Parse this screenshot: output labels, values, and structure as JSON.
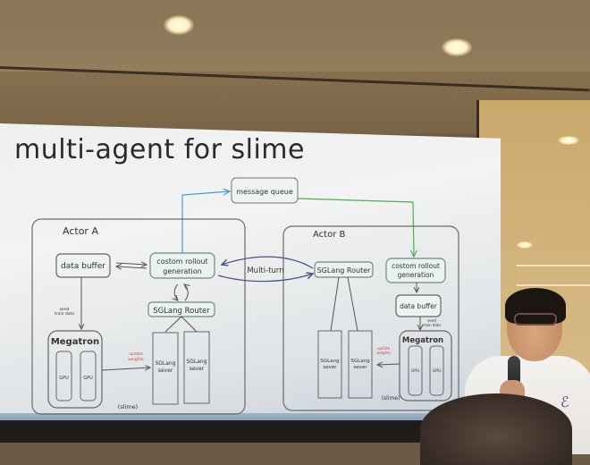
{
  "slide": {
    "title": "multi-agent for slime"
  },
  "diagram": {
    "message_queue": "message queue",
    "multi_turn": "Multi-turn",
    "actor_a": {
      "label": "Actor A",
      "data_buffer": "data buffer",
      "rollout_line1": "costom rollout",
      "rollout_line2": "generation",
      "router": "SGLang Router",
      "send_line1": "send",
      "send_line2": "train data",
      "megatron": "Megatron",
      "gpu1": "GPU",
      "gpu2": "GPU",
      "update_line1": "update",
      "update_line2": "weights",
      "server1_line1": "SGLang",
      "server1_line2": "sever",
      "server2_line1": "SGLang",
      "server2_line2": "sever",
      "footer": "(slime)"
    },
    "actor_b": {
      "label": "Actor B",
      "router": "SGLang Router",
      "rollout_line1": "costom rollout",
      "rollout_line2": "generation",
      "data_buffer": "data buffer",
      "send_line1": "send",
      "send_line2": "train data",
      "megatron": "Megatron",
      "gpu1": "GPU",
      "gpu2": "GPU",
      "update_line1": "update",
      "update_line2": "weights",
      "server1_line1": "SGLang",
      "server1_line2": "sever",
      "server2_line1": "SGLang",
      "server2_line2": "sever",
      "footer": "(slime)"
    },
    "colors": {
      "node_border": "#6f8a80",
      "node_fill": "#e9f2ee",
      "blue_arrow": "#4a9ad4",
      "green_arrow": "#4fae5a",
      "purple_arrow": "#4b4f8c",
      "update_text": "#c0504d"
    }
  },
  "presenter": {
    "shirt_logo": "ℰ"
  }
}
